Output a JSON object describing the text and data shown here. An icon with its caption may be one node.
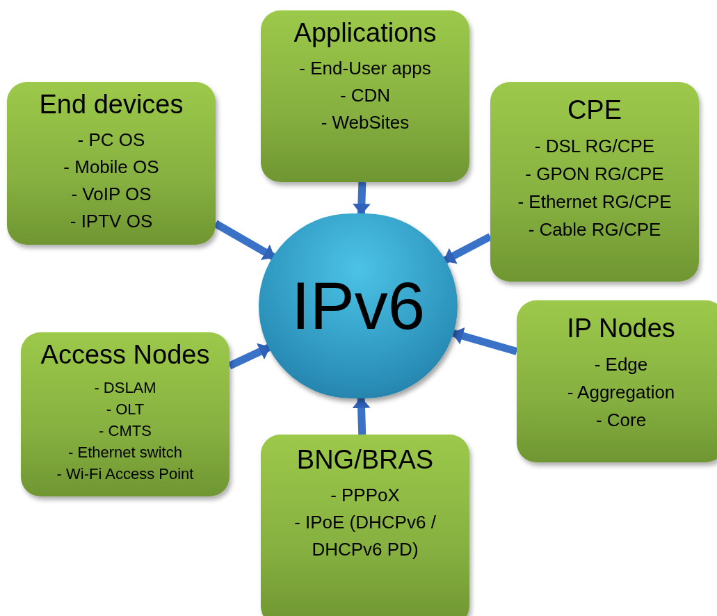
{
  "diagram": {
    "nodes": [
      {
        "text": [
          "Applications",
          "- End-User apps",
          "- CDN",
          "- WebSites"
        ]
      },
      {
        "text": [
          "End devices",
          "- PC OS",
          "- Mobile OS",
          "- VoIP OS",
          "- IPTV OS"
        ]
      },
      {
        "text": [
          "CPE",
          "- DSL RG/CPE",
          "- GPON RG/CPE",
          "- Ethernet RG/CPE",
          "- Cable RG/CPE"
        ]
      },
      {
        "text": [
          "IPv6"
        ]
      },
      {
        "text": [
          "IP Nodes",
          "- Edge",
          "- Aggregation",
          "- Core"
        ]
      },
      {
        "text": [
          "Access Nodes",
          "- DSLAM",
          "- OLT",
          "- CMTS",
          "- Ethernet switch",
          "- Wi-Fi Access Point"
        ]
      },
      {
        "text": [
          "BNG/BRAS",
          "- PPPoX",
          "- IPoE (DHCPv6 / DHCPv6 PD)"
        ]
      }
    ],
    "edges": [
      {
        "from": 0,
        "to": 3,
        "arrow": "to"
      },
      {
        "from": 1,
        "to": 3,
        "arrow": "to"
      },
      {
        "from": 2,
        "to": 3,
        "arrow": "to"
      },
      {
        "from": 4,
        "to": 3,
        "arrow": "to"
      },
      {
        "from": 5,
        "to": 3,
        "arrow": "to"
      },
      {
        "from": 6,
        "to": 3,
        "arrow": "to"
      }
    ]
  }
}
